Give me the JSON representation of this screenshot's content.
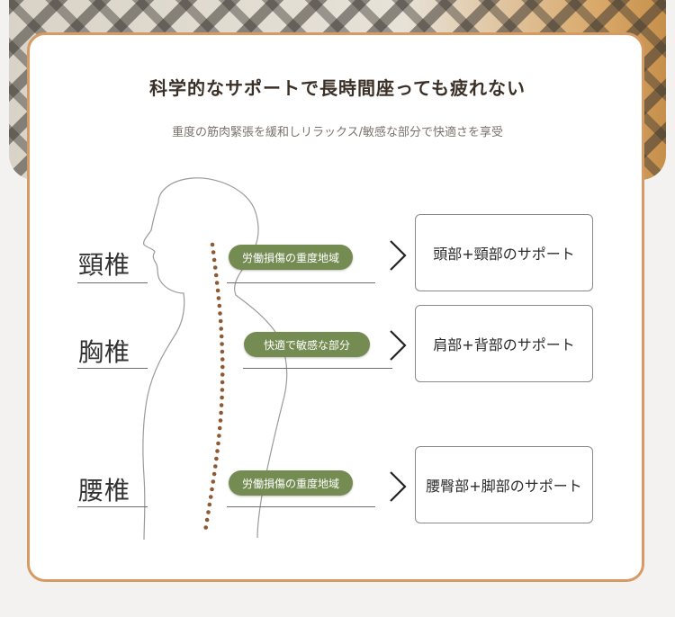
{
  "header": {
    "title": "科学的なサポートで長時間座っても疲れない",
    "subtitle": "重度の筋肉緊張を緩和しリラックス/敏感な部分で快適さを享受"
  },
  "sections": [
    {
      "region": "頸椎",
      "tag": "労働損傷の重度地域",
      "support": "頭部+頸部のサポート"
    },
    {
      "region": "胸椎",
      "tag": "快適で敏感な部分",
      "support": "肩部+背部のサポート"
    },
    {
      "region": "腰椎",
      "tag": "労働損傷の重度地域",
      "support": "腰臀部+脚部のサポート"
    }
  ],
  "colors": {
    "accent_border": "#d79a62",
    "pill_green": "#748c52",
    "spine_dots": "#8c5a35"
  },
  "icons": [
    "chevron-right-icon"
  ]
}
